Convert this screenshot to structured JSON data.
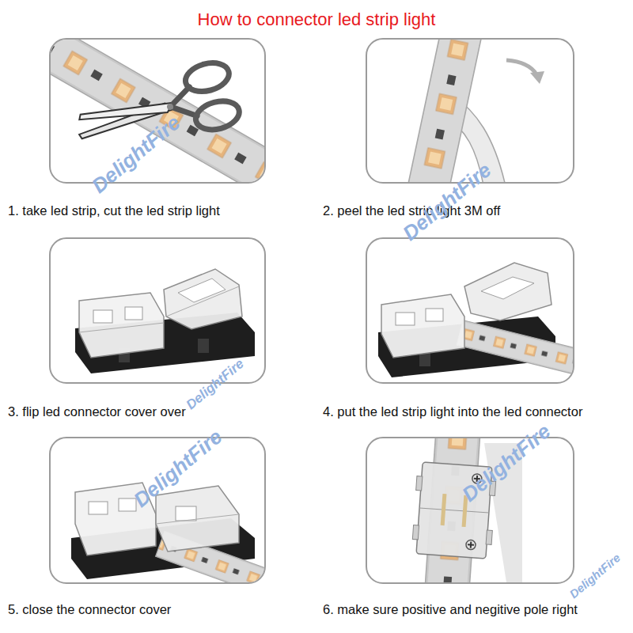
{
  "diagram": {
    "title": "How to connector led strip light",
    "nodes": [
      {
        "text": [
          "1. take led strip, cut the led strip light"
        ]
      },
      {
        "text": [
          "2. peel the led strip light 3M off"
        ]
      },
      {
        "text": [
          "3. flip led connector cover over"
        ]
      },
      {
        "text": [
          "4. put the led strip light into the led connector"
        ]
      },
      {
        "text": [
          "5. close the connector cover"
        ]
      },
      {
        "text": [
          "6. make sure positive and negitive pole right"
        ]
      }
    ],
    "labels": [
      "DelightFire",
      "DelightFire",
      "DelightFire",
      "DelightFire",
      "DelightFire",
      "DelightFire"
    ]
  }
}
